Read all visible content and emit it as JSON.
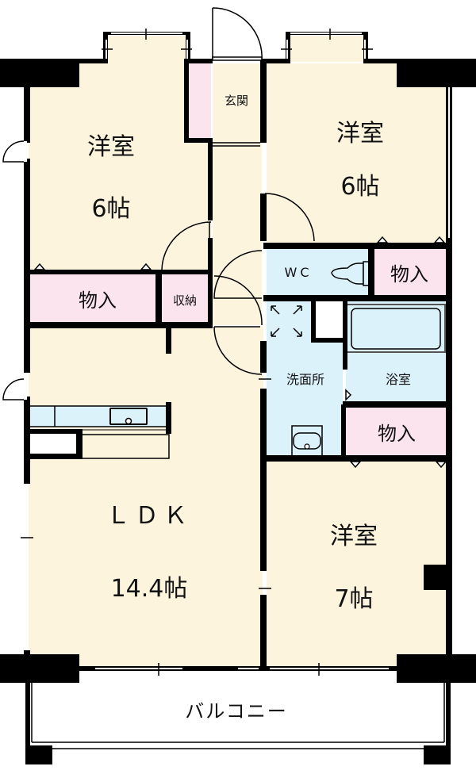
{
  "colors": {
    "floor": "#fdf4de",
    "wet": "#dcf2fb",
    "storage": "#fce4ee",
    "wall": "#000000",
    "outside": "#ffffff"
  },
  "rooms": {
    "bedroom_nw": {
      "name": "洋室",
      "size": "6帖"
    },
    "bedroom_ne": {
      "name": "洋室",
      "size": "6帖"
    },
    "bedroom_se": {
      "name": "洋室",
      "size": "7帖"
    },
    "ldk": {
      "name": "ＬＤＫ",
      "size": "14.4帖"
    },
    "entrance": {
      "name": "玄関"
    },
    "closet_nw": {
      "name": "物入"
    },
    "storage_small": {
      "name": "収納"
    },
    "wc": {
      "name": "WC"
    },
    "closet_ne": {
      "name": "物入"
    },
    "washroom": {
      "name": "洗面所"
    },
    "bathroom": {
      "name": "浴室"
    },
    "closet_se": {
      "name": "物入"
    },
    "balcony": {
      "name": "バルコニー"
    }
  }
}
